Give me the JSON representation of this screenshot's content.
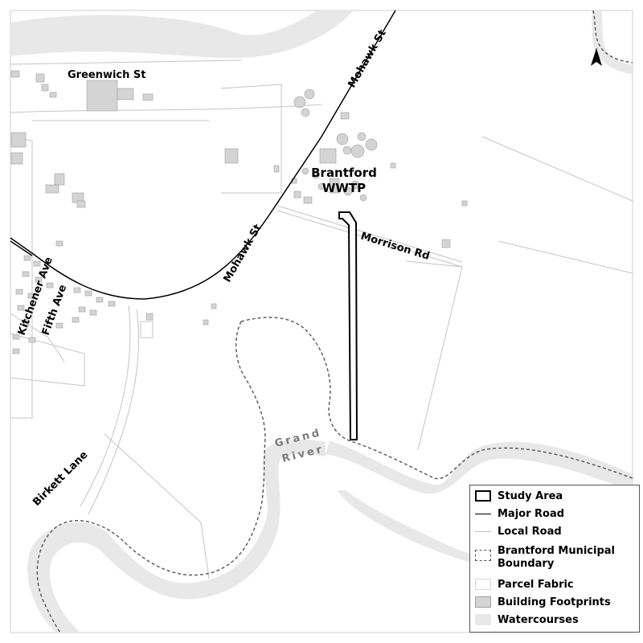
{
  "map": {
    "facility_label_line1": "Brantford",
    "facility_label_line2": "WWTP",
    "roads": {
      "greenwich": "Greenwich St",
      "mohawk_north": "Mohawk St",
      "mohawk_south": "Mohawk St",
      "morrison": "Morrison Rd",
      "kitchener": "Kitchener Ave",
      "fifth": "Fifth Ave",
      "birkett": "Birkett Lane"
    },
    "river_line1": "Grand",
    "river_line2": "River",
    "north_arrow": "north-arrow-icon"
  },
  "legend": {
    "items": [
      {
        "label": "Study Area",
        "symbol": "study-area-swatch"
      },
      {
        "label": "Major Road",
        "symbol": "major-road-swatch"
      },
      {
        "label": "Local Road",
        "symbol": "local-road-swatch"
      },
      {
        "label": "Brantford Municipal Boundary",
        "symbol": "boundary-swatch"
      },
      {
        "label": "Parcel Fabric",
        "symbol": "parcel-swatch"
      },
      {
        "label": "Building Footprints",
        "symbol": "building-swatch"
      },
      {
        "label": "Watercourses",
        "symbol": "watercourse-swatch"
      }
    ]
  },
  "colors": {
    "watercourse": "#e8e8e8",
    "building": "#d4d4d4",
    "major_road": "#000000",
    "local_road": "#bdbdbd",
    "boundary": "#555555"
  }
}
